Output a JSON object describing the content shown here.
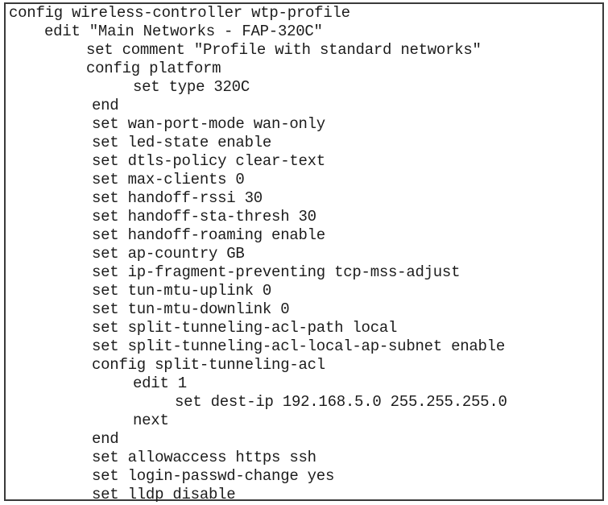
{
  "config": {
    "lines": [
      "config wireless-controller wtp-profile",
      "edit \"Main Networks - FAP-320C\"",
      "set comment \"Profile with standard networks\"",
      "config platform",
      "set type 320C",
      "end",
      "set wan-port-mode wan-only",
      "set led-state enable",
      "set dtls-policy clear-text",
      "set max-clients 0",
      "set handoff-rssi 30",
      "set handoff-sta-thresh 30",
      "set handoff-roaming enable",
      "set ap-country GB",
      "set ip-fragment-preventing tcp-mss-adjust",
      "set tun-mtu-uplink 0",
      "set tun-mtu-downlink 0",
      "set split-tunneling-acl-path local",
      "set split-tunneling-acl-local-ap-subnet enable",
      "config split-tunneling-acl",
      "edit 1",
      "set dest-ip 192.168.5.0 255.255.255.0",
      "next",
      "end",
      "set allowaccess https ssh",
      "set login-passwd-change yes",
      "set lldp disable"
    ]
  }
}
